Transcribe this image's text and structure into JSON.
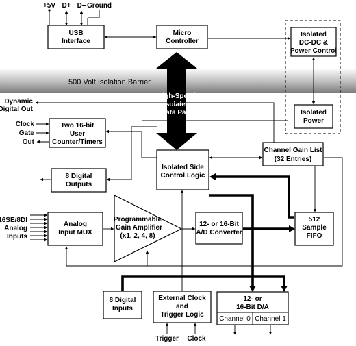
{
  "power_pins": {
    "v5": "+5V",
    "dplus": "D+",
    "dminus": "D–",
    "ground": "Ground"
  },
  "barrier": {
    "label": "500 Volt Isolation Barrier"
  },
  "data_path": {
    "line1": "High-Speed",
    "line2": "Isolated",
    "line3": "Data Path"
  },
  "blocks": {
    "usb": {
      "line1": "USB",
      "line2": "Interface"
    },
    "micro": {
      "line1": "Micro",
      "line2": "Controller"
    },
    "dcdc": {
      "line1": "Isolated",
      "line2": "DC-DC &",
      "line3": "Power Control"
    },
    "iso_power": {
      "line1": "Isolated",
      "line2": "Power"
    },
    "counter": {
      "line1": "Two 16-bit",
      "line2": "User",
      "line3": "Counter/Timers"
    },
    "dig_out": {
      "line1": "8 Digital",
      "line2": "Outputs"
    },
    "side_ctrl": {
      "line1": "Isolated Side",
      "line2": "Control Logic"
    },
    "gain_list": {
      "line1": "Channel Gain List",
      "line2": "(32 Entries)"
    },
    "mux": {
      "line1": "Analog",
      "line2": "Input MUX"
    },
    "pga": {
      "line1": "Programmable",
      "line2": "Gain Amplifier",
      "line3": "(x1, 2, 4, 8)"
    },
    "adc": {
      "line1": "12- or 16-Bit",
      "line2": "A/D Converter"
    },
    "fifo": {
      "line1": "512",
      "line2": "Sample",
      "line3": "FIFO"
    },
    "dig_in": {
      "line1": "8 Digital",
      "line2": "Inputs"
    },
    "ext_clock": {
      "line1": "External Clock",
      "line2": "and",
      "line3": "Trigger Logic"
    },
    "dac": {
      "line1": "12- or",
      "line2": "16-Bit D/A",
      "ch0": "Channel 0",
      "ch1": "Channel 1"
    }
  },
  "signals": {
    "dynamic": {
      "line1": "Dynamic",
      "line2": "Digital Out"
    },
    "clock": "Clock",
    "gate": "Gate",
    "out": "Out",
    "analog": {
      "line1": "16SE/8DI",
      "line2": "Analog",
      "line3": "Inputs"
    },
    "trigger": "Trigger",
    "clock_bottom": "Clock"
  },
  "colors": {
    "barrier_light": "#f4f4f4",
    "barrier_dark": "#8a8a8a",
    "ink": "#000000"
  }
}
